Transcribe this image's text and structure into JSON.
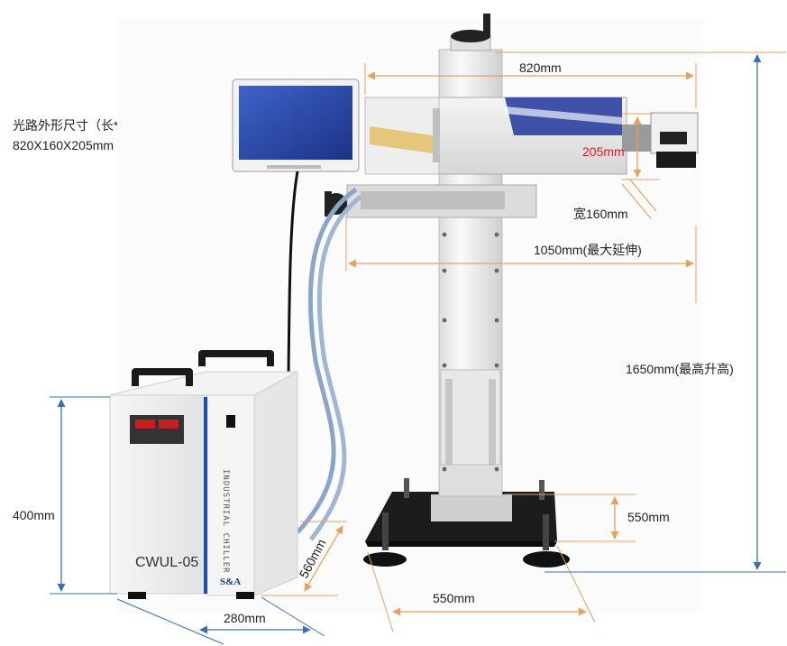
{
  "spec_note": {
    "line1": "光路外形尺寸（长*宽*高）:",
    "line2": "820X160X205mm"
  },
  "dimensions": {
    "top_width": "820mm",
    "laser_height": "205mm",
    "laser_width": "宽160mm",
    "max_extension": "1050mm(最大延伸)",
    "max_lift": "1650mm(最高升高)",
    "base_height": "550mm",
    "base_width": "550mm",
    "chiller_height": "400mm",
    "chiller_depth": "560mm",
    "chiller_width": "280mm"
  },
  "device": {
    "model": "CWUL-05",
    "side_text": "INDUSTRIAL CHILLER",
    "brand": "S&A"
  },
  "colors": {
    "dim_line_orange": "#e8a060",
    "dim_line_blue": "#3a6fb0",
    "accent_red": "#d81e1e",
    "screen_blue": "#2a4aa8"
  }
}
